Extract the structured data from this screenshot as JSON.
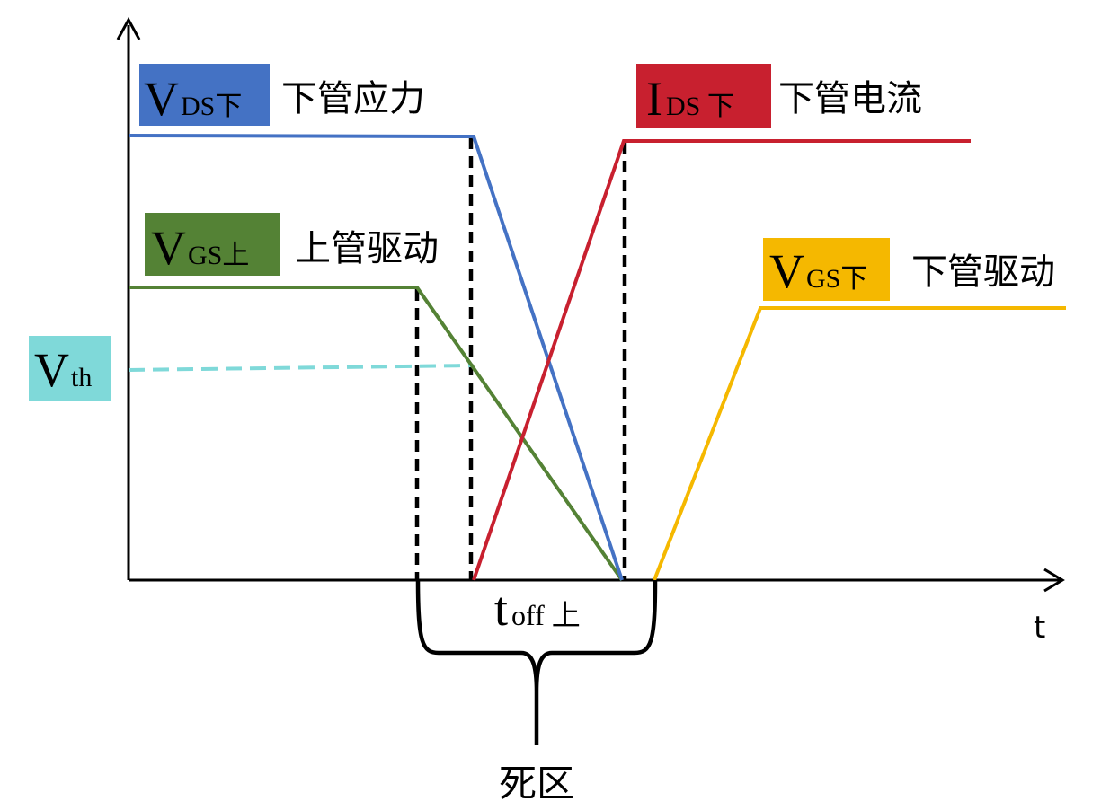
{
  "axis": {
    "x_label": "t"
  },
  "colors": {
    "vds": "#4472c4",
    "ids": "#c8202f",
    "vgs_upper": "#548235",
    "vgs_lower": "#f5b800",
    "vth": "#7fd9d9",
    "guide": "#000000"
  },
  "labels": {
    "vds": {
      "main": "V",
      "sub": "DS下",
      "desc": "下管应力"
    },
    "ids": {
      "main": "I",
      "sub": "DS 下",
      "desc": "下管电流"
    },
    "vgs_upper": {
      "main": "V",
      "sub": "GS上",
      "desc": "上管驱动"
    },
    "vgs_lower": {
      "main": "V",
      "sub": "GS下",
      "desc": "下管驱动"
    },
    "vth": {
      "main": "V",
      "sub": "th"
    }
  },
  "annotations": {
    "toff": {
      "main": "t",
      "sub": "off 上"
    },
    "dead_zone": "死区"
  }
}
